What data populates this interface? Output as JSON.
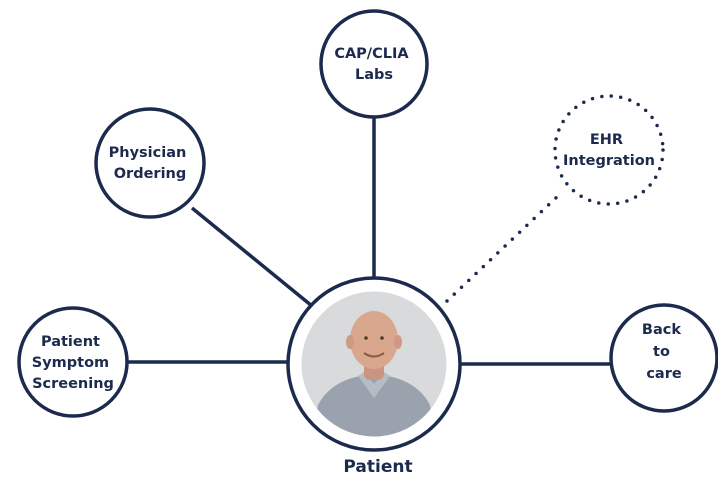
{
  "colors": {
    "stroke": "#1c2a4d",
    "text": "#1c2a4d",
    "photo_bg": "#d9dadc",
    "shirt": "#9aa3ad",
    "skin": "#d9a68e"
  },
  "center": {
    "label": "Patient",
    "image": "patient-portrait-photo"
  },
  "nodes": {
    "labs": {
      "lines": [
        "CAP/CLIA",
        "Labs"
      ],
      "connection": "solid"
    },
    "physician": {
      "lines": [
        "Physician",
        "Ordering"
      ],
      "connection": "solid"
    },
    "ehr": {
      "lines": [
        "EHR",
        "Integration"
      ],
      "connection": "dotted"
    },
    "screening": {
      "lines": [
        "Patient",
        "Symptom",
        "Screening"
      ],
      "connection": "solid"
    },
    "care": {
      "lines": [
        "Back",
        "to",
        "care"
      ],
      "connection": "solid"
    }
  }
}
